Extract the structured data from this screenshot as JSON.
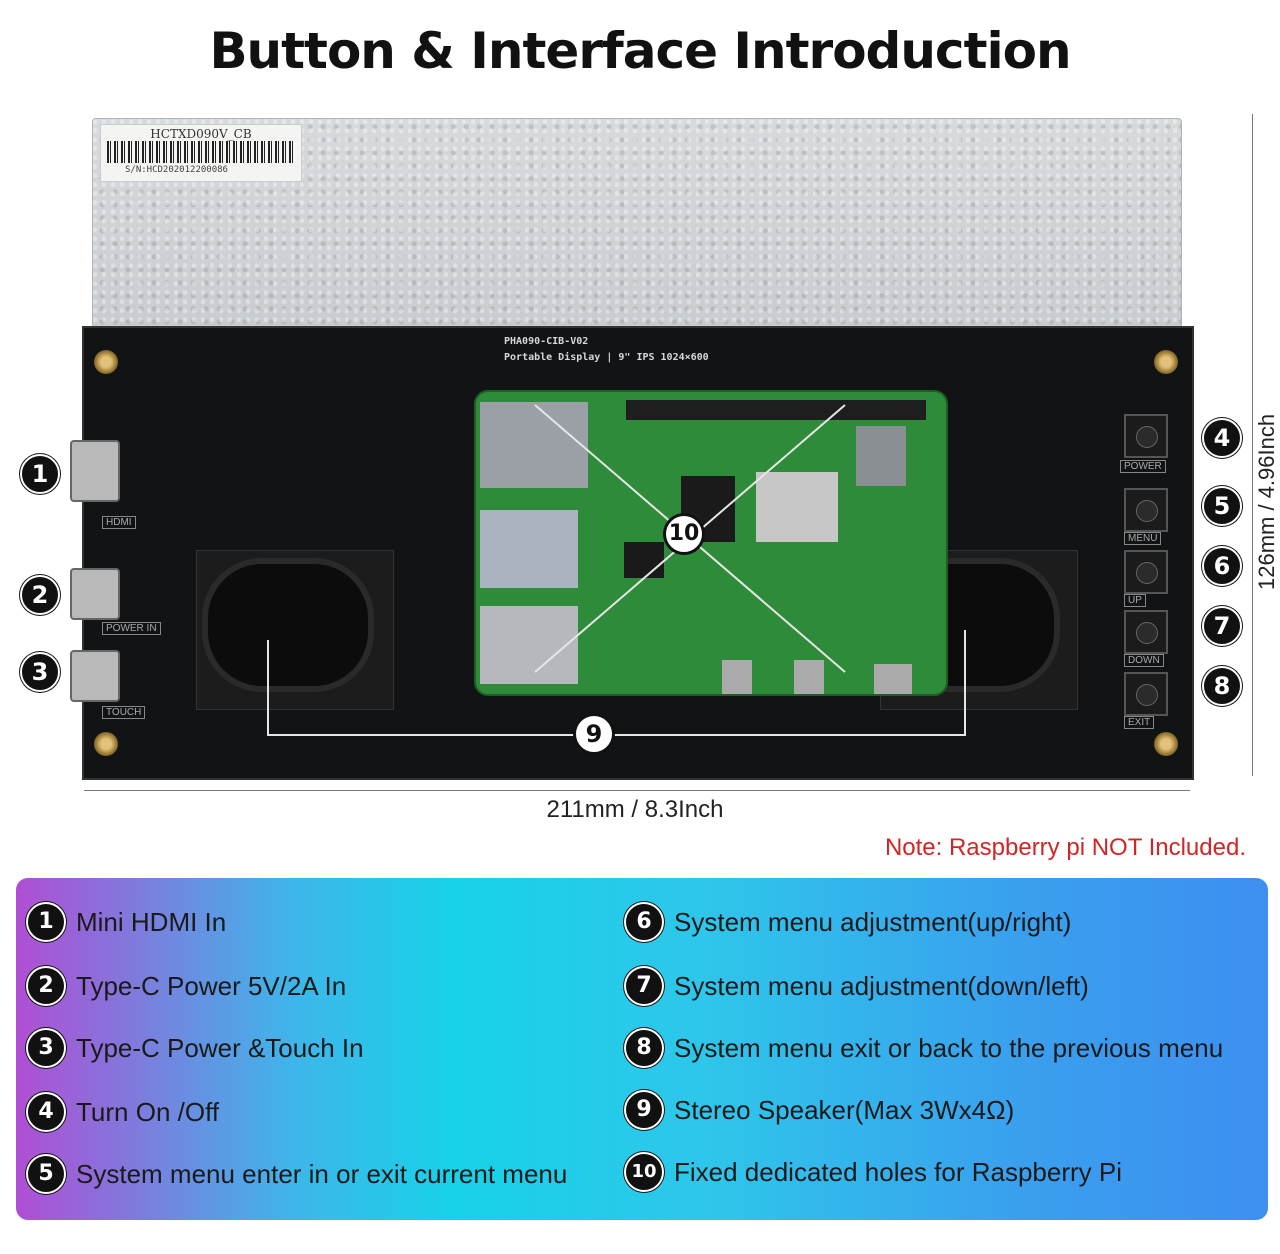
{
  "title": "Button & Interface Introduction",
  "sticker": {
    "model": "HCTXD090V_CB",
    "serial": "S/N:HCD202012200086"
  },
  "board": {
    "line1": "PHA090-CIB-V02",
    "line2": "Portable   Display | 9\"   IPS   1024×600",
    "labels": {
      "hdmi": "HDMI",
      "power_in": "POWER IN",
      "touch": "TOUCH",
      "power": "POWER",
      "menu": "MENU",
      "up": "UP",
      "down": "DOWN",
      "exit": "EXIT"
    }
  },
  "dimensions": {
    "width": "211mm / 8.3Inch",
    "height": "126mm / 4.96Inch"
  },
  "note": "Note: Raspberry pi NOT Included.",
  "legend": [
    {
      "num": "1",
      "text": "Mini HDMI In"
    },
    {
      "num": "2",
      "text": "Type-C Power 5V/2A In"
    },
    {
      "num": "3",
      "text": "Type-C Power &Touch In"
    },
    {
      "num": "4",
      "text": "Turn On /Off"
    },
    {
      "num": "5",
      "text": "System menu enter in or exit current menu"
    },
    {
      "num": "6",
      "text": "System menu adjustment(up/right)"
    },
    {
      "num": "7",
      "text": "System menu adjustment(down/left)"
    },
    {
      "num": "8",
      "text": "System menu exit or back to the previous menu"
    },
    {
      "num": "9",
      "text": "Stereo Speaker(Max 3Wx4Ω)"
    },
    {
      "num": "10",
      "text": "Fixed dedicated holes for Raspberry Pi"
    }
  ],
  "colors": {
    "note": "#d32525",
    "pcb_green": "#2e8b3a",
    "board_black": "#121314"
  }
}
